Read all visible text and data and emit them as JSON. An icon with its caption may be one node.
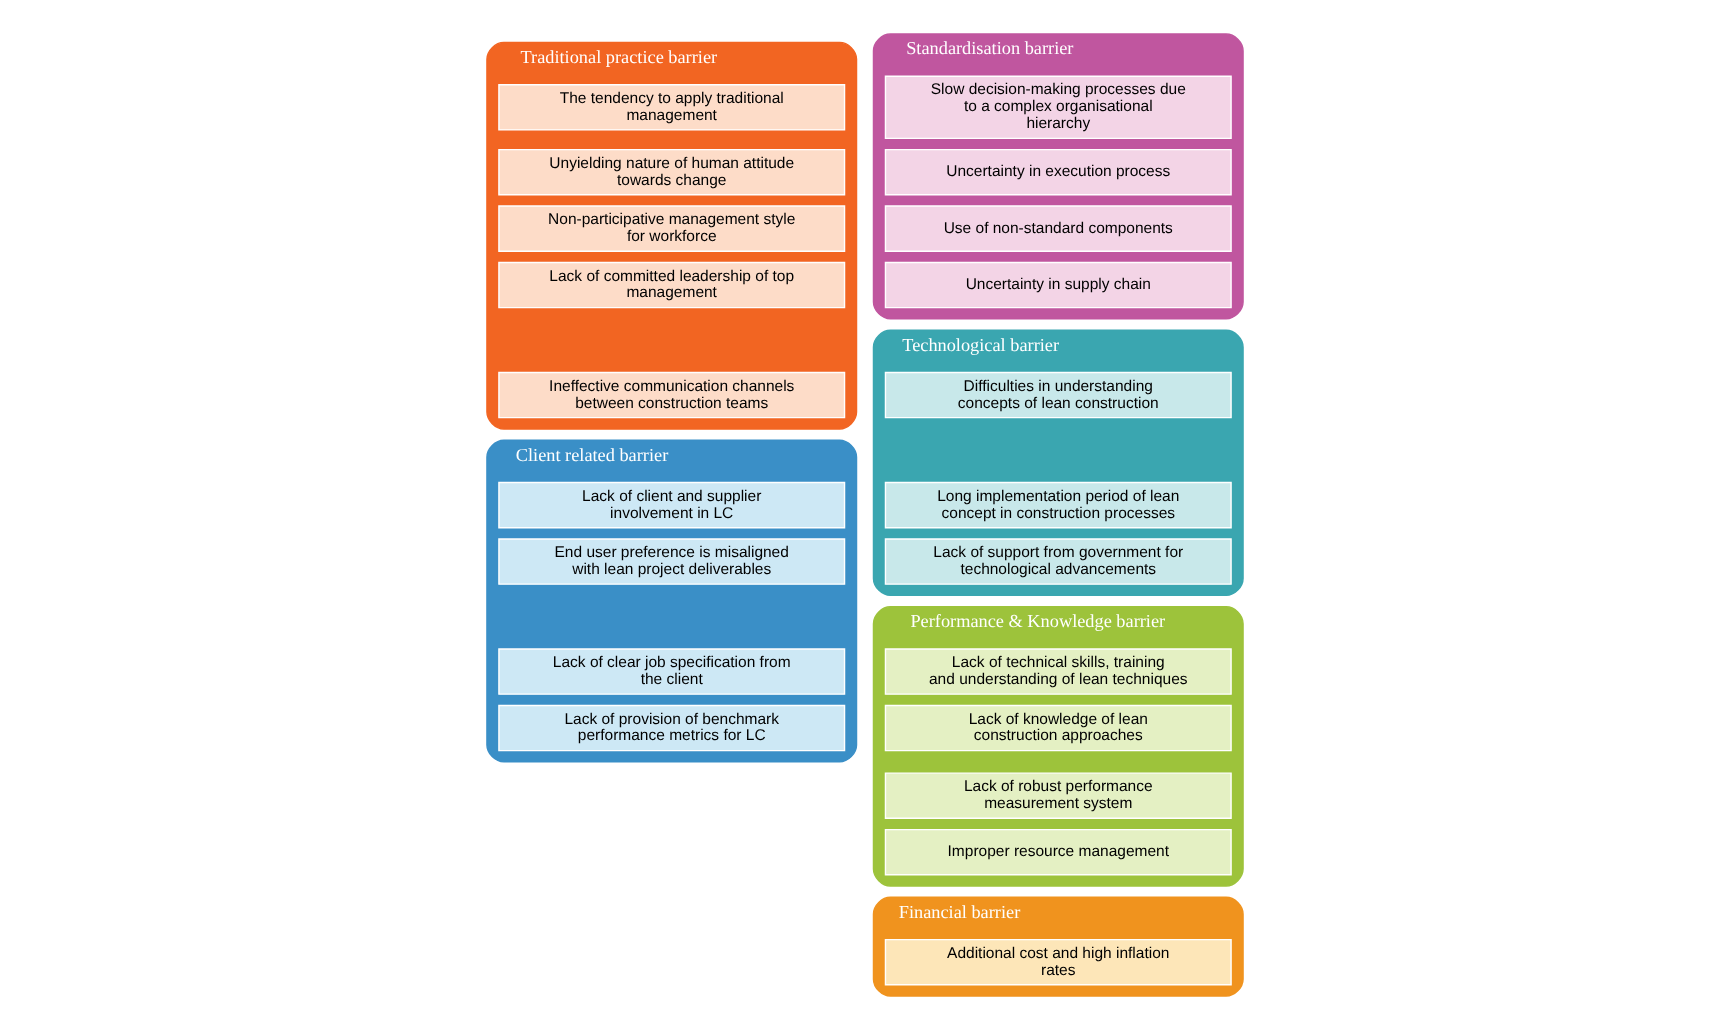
{
  "diagram": {
    "nodes": [
      {
        "text": [
          "Traditional practice barrier"
        ]
      },
      {
        "text": [
          "The tendency to apply traditional management"
        ],
        "in": 0
      },
      {
        "text": [
          "Unyielding nature of human attitude towards change"
        ],
        "in": 0
      },
      {
        "text": [
          "Non-participative management style for workforce"
        ],
        "in": 0
      },
      {
        "text": [
          "Lack of committed leadership of top management"
        ],
        "in": 0
      },
      {
        "text": [
          "Ineffective communication channels between construction teams"
        ],
        "in": 0
      },
      {
        "text": [
          "Client related barrier"
        ]
      },
      {
        "text": [
          "Lack of client and supplier involvement in LC"
        ],
        "in": 6
      },
      {
        "text": [
          "End user preference is misaligned with lean project deliverables"
        ],
        "in": 6
      },
      {
        "text": [
          "Lack of clear job specification from the client"
        ],
        "in": 6
      },
      {
        "text": [
          "Lack of provision of benchmark performance metrics for LC"
        ],
        "in": 6
      },
      {
        "text": [
          "Standardisation barrier"
        ]
      },
      {
        "text": [
          "Slow decision-making processes due to a complex organisational hierarchy"
        ],
        "in": 11
      },
      {
        "text": [
          "Uncertainty in execution process"
        ],
        "in": 11
      },
      {
        "text": [
          "Use of non-standard components"
        ],
        "in": 11
      },
      {
        "text": [
          "Uncertainty in supply chain"
        ],
        "in": 11
      },
      {
        "text": [
          "Technological barrier"
        ]
      },
      {
        "text": [
          "Difficulties in understanding concepts of lean construction"
        ],
        "in": 16
      },
      {
        "text": [
          "Long implementation period of lean concept in construction processes"
        ],
        "in": 16
      },
      {
        "text": [
          "Lack of support from government for technological advancements"
        ],
        "in": 16
      },
      {
        "text": [
          "Performance & Knowledge barrier"
        ]
      },
      {
        "text": [
          "Lack of technical skills, training and understanding of lean techniques"
        ],
        "in": 20
      },
      {
        "text": [
          "Lack of knowledge of lean construction approaches"
        ],
        "in": 20
      },
      {
        "text": [
          "Lack of robust performance measurement system"
        ],
        "in": 20
      },
      {
        "text": [
          "Improper resource management"
        ],
        "in": 20
      },
      {
        "text": [
          "Financial barrier"
        ]
      },
      {
        "text": [
          "Additional cost and high inflation rates"
        ],
        "in": 25
      }
    ],
    "edges": []
  }
}
